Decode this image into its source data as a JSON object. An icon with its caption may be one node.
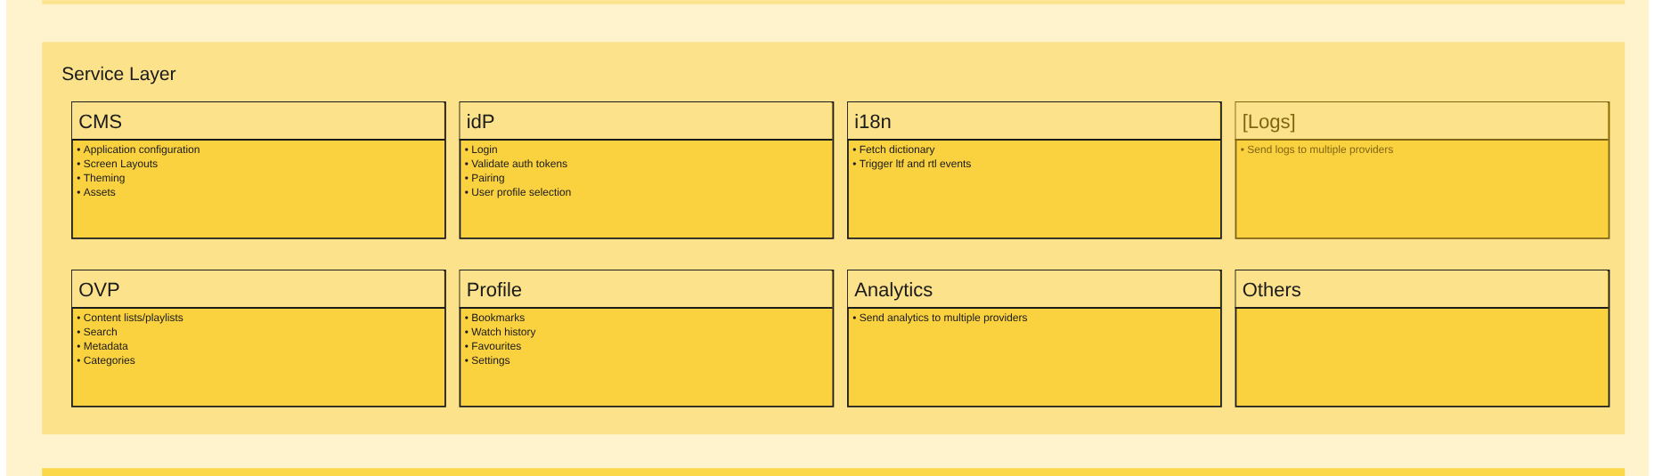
{
  "diagram": {
    "nodes": [
      {
        "text": [],
        "shape": "box"
      },
      {
        "text": [
          "Service Layer"
        ]
      },
      {
        "text": [
          "CMS",
          "• Application configuration",
          "• Screen Layouts",
          "• Theming",
          "• Assets"
        ],
        "in": 1
      },
      {
        "text": [
          "idP",
          "• Login",
          "• Validate auth tokens",
          "• Pairing",
          "• User profile selection"
        ],
        "in": 1
      },
      {
        "text": [
          "i18n",
          "• Fetch dictionary",
          "• Trigger ltf and rtl events"
        ],
        "in": 1
      },
      {
        "text": [
          "[Logs]",
          "• Send logs to multiple providers"
        ],
        "in": 1
      },
      {
        "text": [
          "OVP",
          "• Content lists/playlists",
          "• Search",
          "• Metadata",
          "• Categories"
        ],
        "in": 1
      },
      {
        "text": [
          "Profile",
          "• Bookmarks",
          "• Watch history",
          "• Favourites",
          "• Settings"
        ],
        "in": 1
      },
      {
        "text": [
          "Analytics",
          "• Send analytics to multiple providers"
        ],
        "in": 1
      },
      {
        "text": [
          "Others"
        ],
        "in": 1
      },
      {
        "text": [],
        "shape": "box"
      }
    ]
  }
}
